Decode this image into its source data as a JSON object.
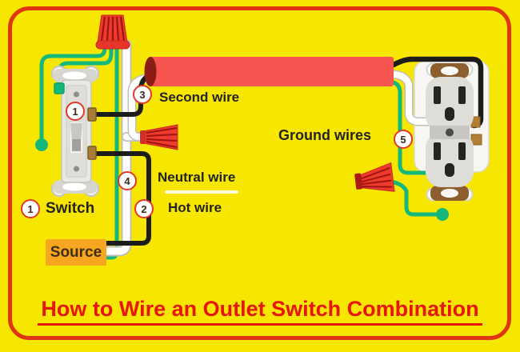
{
  "title": "How to Wire an Outlet Switch Combination",
  "labels": {
    "second_wire": "Second wire",
    "ground_wires": "Ground wires",
    "neutral_wire": "Neutral wire",
    "hot_wire": "Hot wire",
    "switch": "Switch",
    "source": "Source"
  },
  "callouts": {
    "switch_badge": "1",
    "switch_label_badge": "1",
    "hot_badge": "2",
    "second_badge": "3",
    "neutral_badge": "4",
    "ground_badge": "5"
  },
  "palette": {
    "background_yellow": "#F7E600",
    "border_red": "#DF3510",
    "cable_red": "#F6564F",
    "cable_cap_maroon": "#8C1D15",
    "wire_nut_red": "#EF3A2E",
    "wire_nut_stripe": "#9C150F",
    "ground_green": "#15B87B",
    "neutral_white": "#FFFFFF",
    "hot_black": "#1C1C1A",
    "source_orange": "#F6A71F",
    "title_red": "#E8150A",
    "badge_ring_red": "#E0392B",
    "device_gray": "#E3E1DC",
    "strap_brown": "#8E5F2E",
    "brass": "#AA7D36"
  }
}
